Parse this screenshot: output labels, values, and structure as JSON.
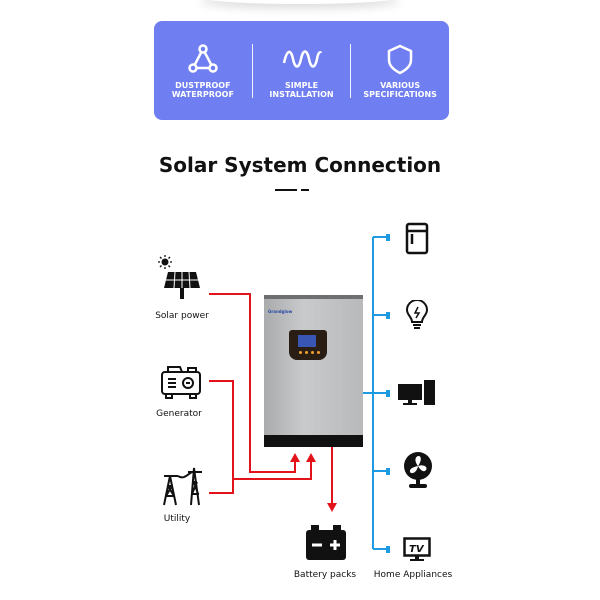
{
  "banner": {
    "features": [
      {
        "line1": "DUSTPROOF",
        "line2": "WATERPROOF",
        "icon": "triangle-nodes-icon"
      },
      {
        "line1": "SIMPLE",
        "line2": "INSTALLATION",
        "icon": "wave-icon"
      },
      {
        "line1": "VARIOUS",
        "line2": "SPECIFICATIONS",
        "icon": "shield-icon"
      }
    ],
    "color": "#6f7ef0"
  },
  "title": "Solar System Connection",
  "sources": {
    "solar": "Solar power",
    "generator": "Generator",
    "utility": "Utility"
  },
  "inverter": {
    "brand": "Grandglow"
  },
  "battery": "Battery packs",
  "appliances": {
    "label": "Home Appliances",
    "items": [
      "fridge-icon",
      "light-bulb-icon",
      "computer-icon",
      "fan-icon",
      "tv-icon"
    ],
    "tv_text": "TV"
  },
  "colors": {
    "input_line": "#e3131b",
    "output_line": "#1e9be0"
  }
}
